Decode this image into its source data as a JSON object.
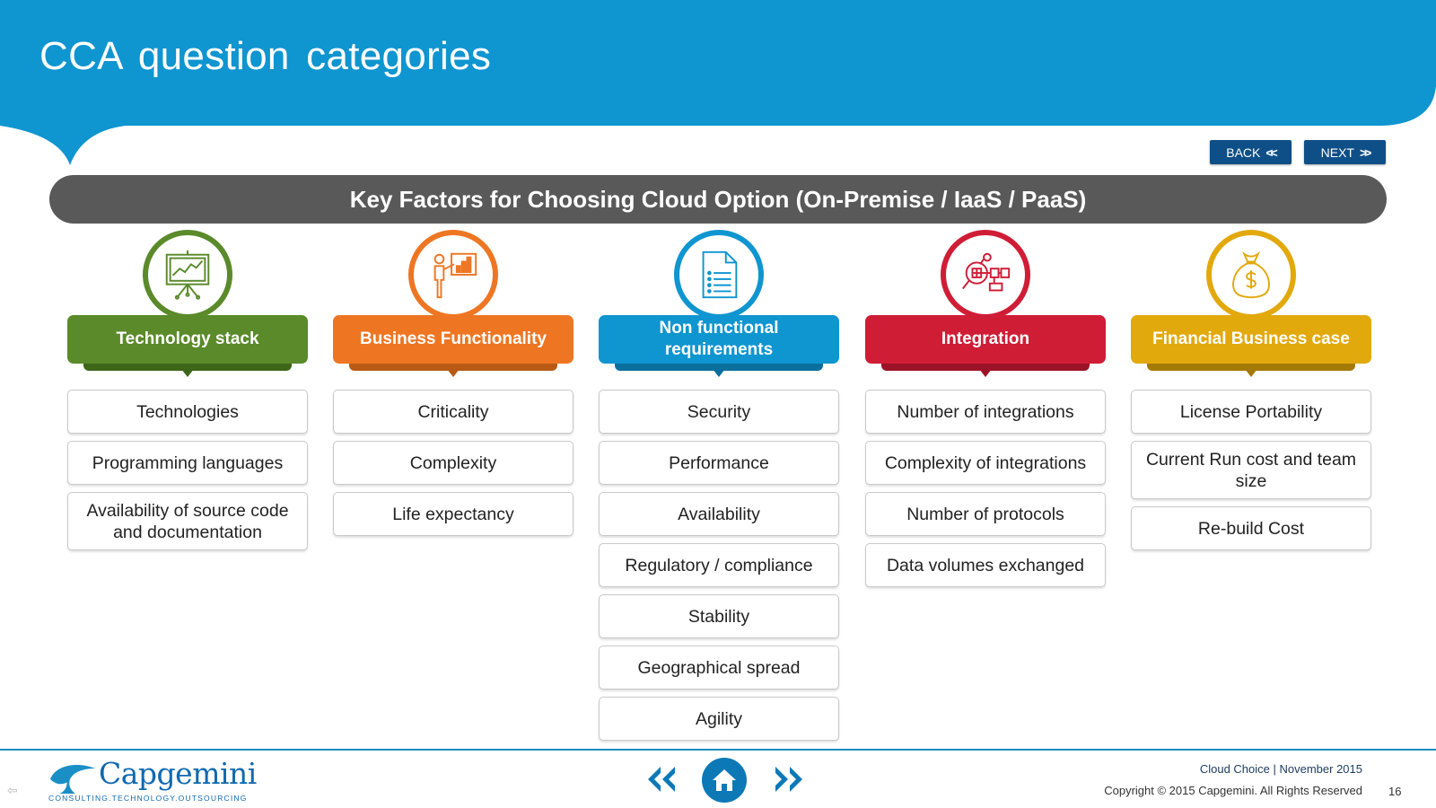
{
  "page": {
    "title": "CCA question categories",
    "back_label": "BACK",
    "next_label": "NEXT",
    "banner": "Key Factors for Choosing Cloud Option (On-Premise / IaaS / PaaS)"
  },
  "columns": [
    {
      "title": "Technology stack",
      "color": "#5a8a2a",
      "icon": "presentation-chart-icon",
      "items": [
        "Technologies",
        "Programming languages",
        "Availability of source code and documentation"
      ]
    },
    {
      "title": "Business Functionality",
      "color": "#ee7623",
      "icon": "presenter-icon",
      "items": [
        "Criticality",
        "Complexity",
        "Life expectancy"
      ]
    },
    {
      "title": "Non functional requirements",
      "color": "#0f95d0",
      "icon": "document-icon",
      "items": [
        "Security",
        "Performance",
        "Availability",
        "Regulatory / compliance",
        "Stability",
        "Geographical spread",
        "Agility"
      ]
    },
    {
      "title": "Integration",
      "color": "#cf1d36",
      "icon": "integration-flow-icon",
      "items": [
        "Number of integrations",
        "Complexity of integrations",
        "Number of protocols",
        "Data volumes exchanged"
      ]
    },
    {
      "title": "Financial Business case",
      "color": "#e2a90d",
      "icon": "money-bag-icon",
      "items": [
        "License Portability",
        "Current Run cost and team size",
        "Re-build Cost"
      ]
    }
  ],
  "footer": {
    "logo_text": "Capgemini",
    "logo_tagline": "CONSULTING.TECHNOLOGY.OUTSOURCING",
    "event": "Cloud Choice | November 2015",
    "copyright": "Copyright © 2015 Capgemini.  All Rights Reserved",
    "page_number": "16"
  },
  "colors": {
    "header": "#0f95d0",
    "nav_button": "#0e4f88",
    "banner": "#595959"
  }
}
